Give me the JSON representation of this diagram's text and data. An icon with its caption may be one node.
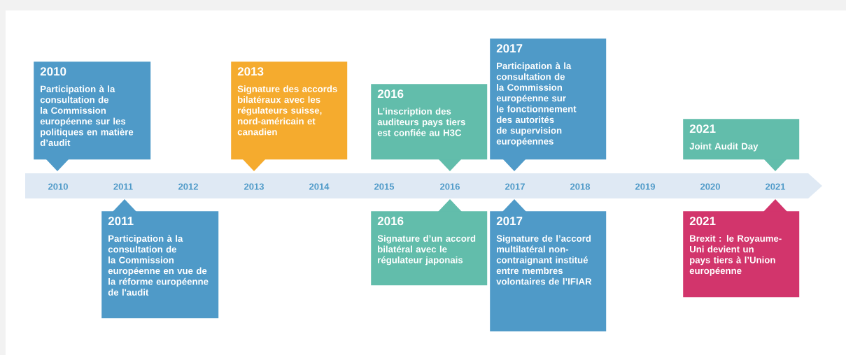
{
  "diagram": {
    "nodes": [
      {
        "text": [
          "2010",
          "Participation à la consultation de la Commission européenne sur les politiques en matière d’audit"
        ]
      },
      {
        "text": [
          "2011",
          "Participation à la consultation de la Commission européenne en vue de la réforme européenne de l'audit"
        ]
      },
      {
        "text": [
          "2013",
          "Signature des accords bilatéraux avec les régulateurs suisse, nord-américain et canadien"
        ]
      },
      {
        "text": [
          "2016",
          "L’inscription des auditeurs pays tiers est confiée au H3C"
        ]
      },
      {
        "text": [
          "2016",
          "Signature d’un accord bilatéral avec le régulateur japonais"
        ]
      },
      {
        "text": [
          "2017",
          "Participation à la consultation de la Commission européenne sur le fonctionnement des autorités de supervision européennes"
        ]
      },
      {
        "text": [
          "2017",
          "Signature de l’accord multilatéral non-contraignant institué entre membres volontaires de l’IFIAR"
        ]
      },
      {
        "text": [
          "2021",
          "Joint Audit Day"
        ]
      },
      {
        "text": [
          "2021",
          "Brexit : le Royaume-Uni devient un pays tiers à l’Union européenne"
        ]
      }
    ],
    "labels": [
      "2010",
      "2011",
      "2012",
      "2013",
      "2014",
      "2015",
      "2016",
      "2017",
      "2018",
      "2019",
      "2020",
      "2021"
    ]
  }
}
